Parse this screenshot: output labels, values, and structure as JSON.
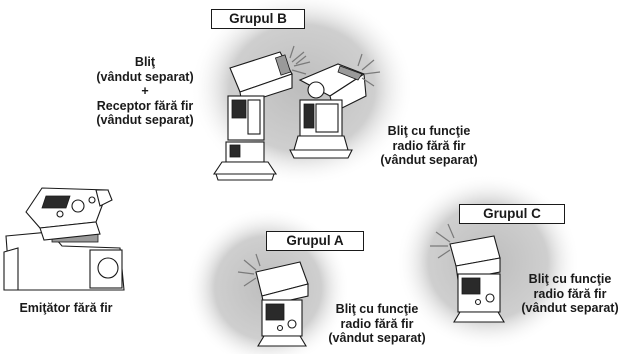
{
  "groups": {
    "b": {
      "title": "Grupul B"
    },
    "a": {
      "title": "Grupul A"
    },
    "c": {
      "title": "Grupul C"
    }
  },
  "labels": {
    "left_flash": {
      "line1": "Bliţ",
      "line2": "(vândut separat)",
      "line3": "+",
      "line4": "Receptor fără fir",
      "line5": "(vândut separat)"
    },
    "group_b_flash": {
      "line1": "Bliţ cu funcţie",
      "line2": "radio fără fir",
      "line3": "(vândut separat)"
    },
    "group_a_flash": {
      "line1": "Bliţ cu funcţie",
      "line2": "radio fără fir",
      "line3": "(vândut separat)"
    },
    "group_c_flash": {
      "line1": "Bliţ cu funcţie",
      "line2": "radio fără fir",
      "line3": "(vândut separat)"
    },
    "transmitter": "Emiţător fără fir"
  },
  "colors": {
    "halo_center": "#c8c8c8",
    "halo_edge": "#ffffff",
    "ink": "#1a1a1a"
  }
}
